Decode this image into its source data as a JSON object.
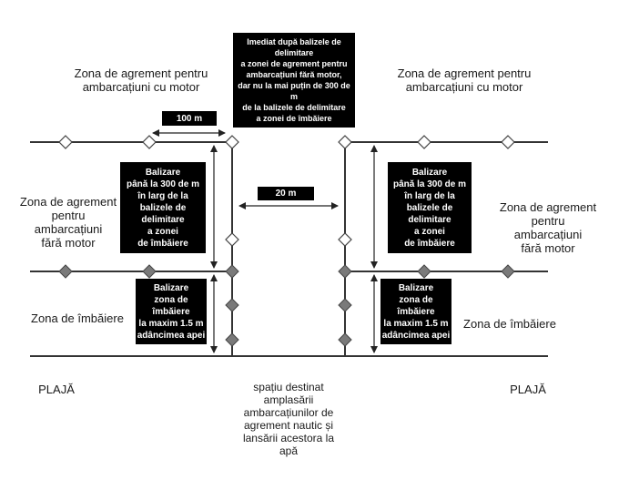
{
  "labels": {
    "top_left_zone": "Zona de agrement pentru\nambarcațiuni cu motor",
    "top_right_zone": "Zona de agrement pentru\nambarcațiuni cu motor",
    "mid_left_zone": "Zona de agrement\npentru\nambarcațiuni\nfără motor",
    "mid_right_zone": "Zona de agrement\npentru\nambarcațiuni\nfără motor",
    "bath_left": "Zona de îmbăiere",
    "bath_right": "Zona de îmbăiere",
    "beach_left": "PLAJĂ",
    "beach_right": "PLAJĂ",
    "corridor_note": "spațiu destinat\namplasării\nambarcațiunilor de\nagrement nautic și\nlansării acestora la\napă"
  },
  "boxes": {
    "top_center": "Imediat după balizele de delimitare\na zonei de agrement pentru\nambarcațiuni fără motor,\ndar nu la mai puțin de 300 de m\nde la balizele de delimitare\na zonei de îmbăiere",
    "dist_100": "100 m",
    "dist_20": "20 m",
    "buoy_left": "Balizare\npână la 300 de m\nîn larg de la\nbalizele de delimitare\na zonei\nde îmbăiere",
    "buoy_right": "Balizare\npână la 300 de m\nîn larg de la\nbalizele de delimitare\na zonei\nde îmbăiere",
    "bath_buoy_left": "Balizare\nzona de îmbăiere\nla maxim 1.5 m\nadâncimea apei",
    "bath_buoy_right": "Balizare\nzona de îmbăiere\nla maxim 1.5 m\nadâncimea apei"
  },
  "colors": {
    "line": "#333333",
    "marker_open": "#ffffff",
    "marker_filled": "#7a7a7a",
    "box": "#000000"
  },
  "icons": {
    "open_marker": "white-diamond-buoy",
    "filled_marker": "gray-diamond-buoy"
  }
}
